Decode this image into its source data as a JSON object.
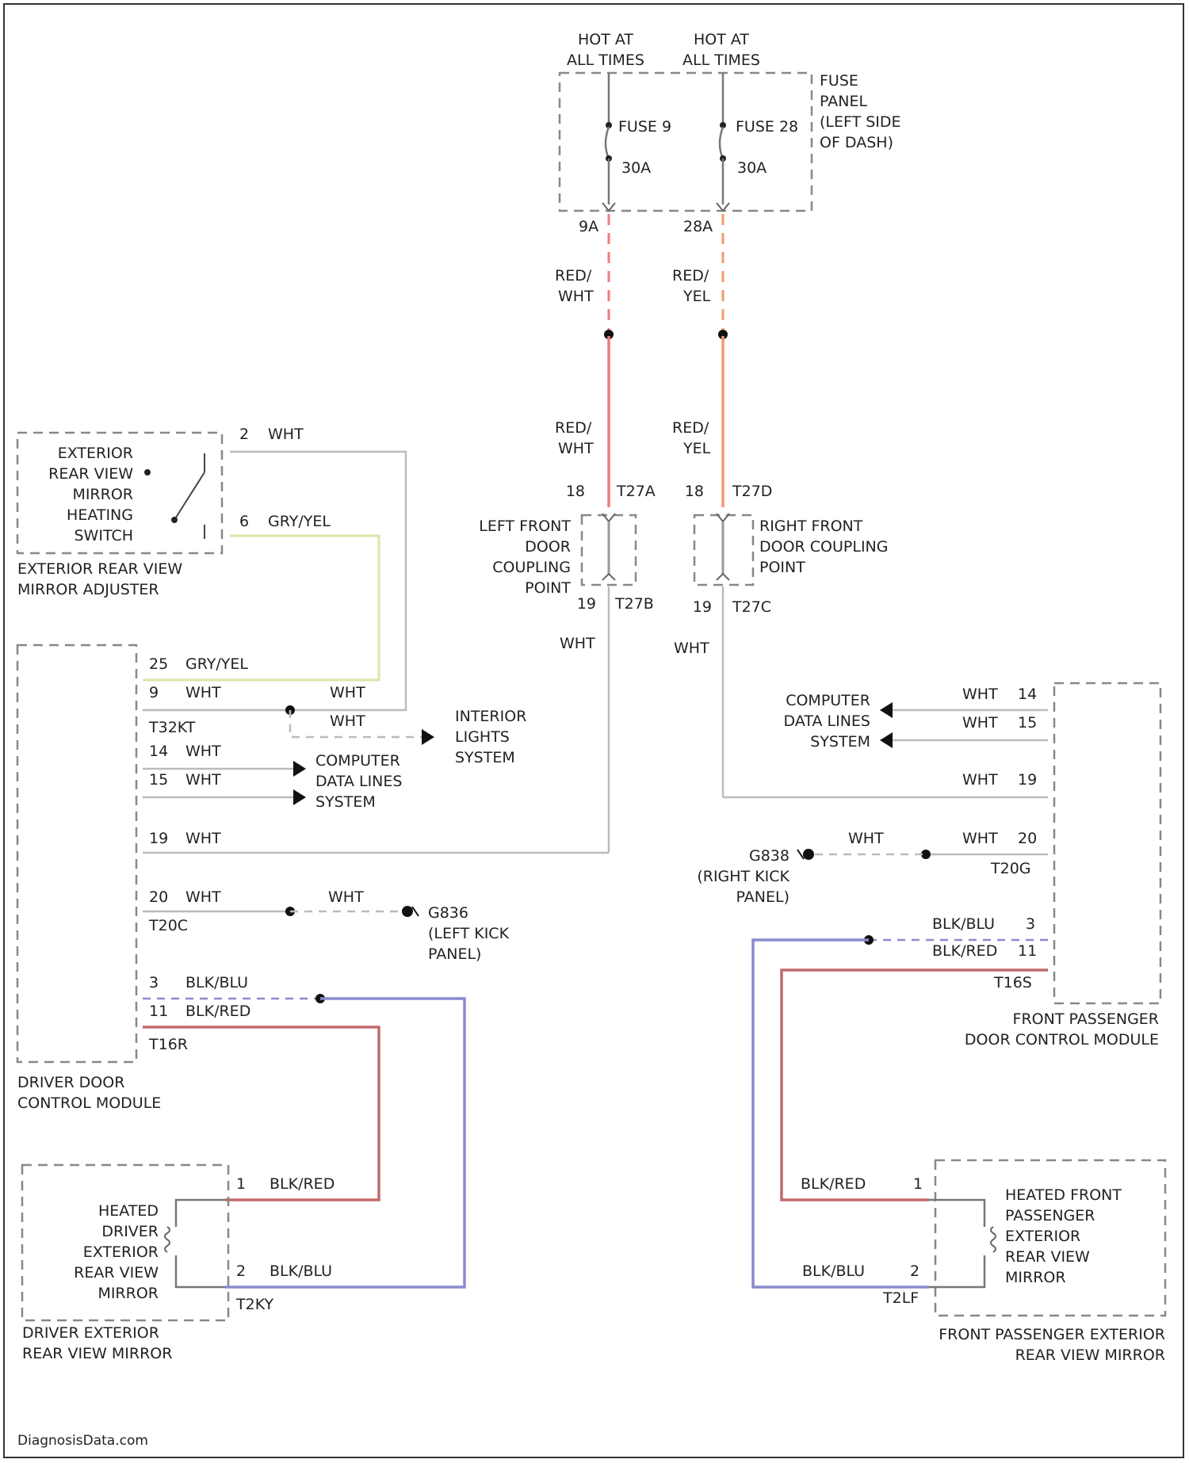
{
  "fuse": {
    "hot1": [
      "HOT AT",
      "ALL TIMES"
    ],
    "hot2": [
      "HOT AT",
      "ALL TIMES"
    ],
    "panel": [
      "FUSE",
      "PANEL",
      "(LEFT SIDE",
      "OF DASH)"
    ],
    "fuse9": "FUSE 9",
    "fuse9_amp": "30A",
    "fuse28": "FUSE 28",
    "fuse28_amp": "30A",
    "term9": "9A",
    "term28": "28A"
  },
  "wires_top": {
    "left_a": [
      "RED/",
      "WHT"
    ],
    "right_a": [
      "RED/",
      "YEL"
    ],
    "left_b": [
      "RED/",
      "WHT"
    ],
    "right_b": [
      "RED/",
      "YEL"
    ]
  },
  "couplings": {
    "left_pin_top": "18",
    "left_conn_top": "T27A",
    "left_pin_bot": "19",
    "left_conn_bot": "T27B",
    "left_label": [
      "LEFT FRONT",
      "DOOR",
      "COUPLING",
      "POINT"
    ],
    "right_pin_top": "18",
    "right_conn_top": "T27D",
    "right_pin_bot": "19",
    "right_conn_bot": "T27C",
    "right_label": [
      "RIGHT FRONT",
      "DOOR COUPLING",
      "POINT"
    ],
    "left_wire": "WHT",
    "right_wire": "WHT"
  },
  "switch": {
    "label": [
      "EXTERIOR",
      "REAR VIEW",
      "MIRROR",
      "HEATING",
      "SWITCH"
    ],
    "adjuster": [
      "EXTERIOR REAR VIEW",
      "MIRROR ADJUSTER"
    ],
    "pin2": "2",
    "pin2_wire": "WHT",
    "pin6": "6",
    "pin6_wire": "GRY/YEL"
  },
  "driver_module": {
    "label": [
      "DRIVER DOOR",
      "CONTROL MODULE"
    ],
    "p25": "25",
    "p25_wire": "GRY/YEL",
    "p9": "9",
    "p9_wire": "WHT",
    "p9_wire_b": "WHT",
    "conn_a": "T32KT",
    "splice_wire": "WHT",
    "interior": [
      "INTERIOR",
      "LIGHTS",
      "SYSTEM"
    ],
    "p14": "14",
    "p14_wire": "WHT",
    "p15": "15",
    "p15_wire": "WHT",
    "computer": [
      "COMPUTER",
      "DATA LINES",
      "SYSTEM"
    ],
    "p19": "19",
    "p19_wire": "WHT",
    "p20": "20",
    "p20_wire": "WHT",
    "ground_wire": "WHT",
    "conn_b": "T20C",
    "ground": [
      "G836",
      "(LEFT KICK",
      "PANEL)"
    ],
    "p3": "3",
    "p3_wire": "BLK/BLU",
    "p11": "11",
    "p11_wire": "BLK/RED",
    "conn_c": "T16R"
  },
  "passenger_module": {
    "label": [
      "FRONT PASSENGER",
      "DOOR CONTROL MODULE"
    ],
    "computer": [
      "COMPUTER",
      "DATA LINES",
      "SYSTEM"
    ],
    "p14": "14",
    "p14_wire": "WHT",
    "p15": "15",
    "p15_wire": "WHT",
    "p19": "19",
    "p19_wire": "WHT",
    "p20": "20",
    "p20_wire": "WHT",
    "ground_wire": "WHT",
    "conn_a": "T20G",
    "ground": [
      "G838",
      "(RIGHT KICK",
      "PANEL)"
    ],
    "p3": "3",
    "p3_wire": "BLK/BLU",
    "p11": "11",
    "p11_wire": "BLK/RED",
    "conn_b": "T16S"
  },
  "driver_mirror": {
    "label": [
      "HEATED",
      "DRIVER",
      "EXTERIOR",
      "REAR VIEW",
      "MIRROR"
    ],
    "group": [
      "DRIVER EXTERIOR",
      "REAR VIEW MIRROR"
    ],
    "pin1": "1",
    "pin1_wire": "BLK/RED",
    "pin2": "2",
    "pin2_wire": "BLK/BLU",
    "conn": "T2KY"
  },
  "passenger_mirror": {
    "label": [
      "HEATED FRONT",
      "PASSENGER",
      "EXTERIOR",
      "REAR VIEW",
      "MIRROR"
    ],
    "group": [
      "FRONT PASSENGER EXTERIOR",
      "REAR VIEW MIRROR"
    ],
    "pin1": "1",
    "pin1_wire": "BLK/RED",
    "pin2": "2",
    "pin2_wire": "BLK/BLU",
    "conn": "T2LF"
  },
  "footer": "DiagnosisData.com",
  "colors": {
    "red_wht": "#f47a7a",
    "red_yel": "#f49a6a",
    "gry_yel": "#d9e6a8",
    "wht": "#c8c8c8",
    "blk_blu": "#8a8ad0",
    "blk_red": "#c26a6a"
  }
}
